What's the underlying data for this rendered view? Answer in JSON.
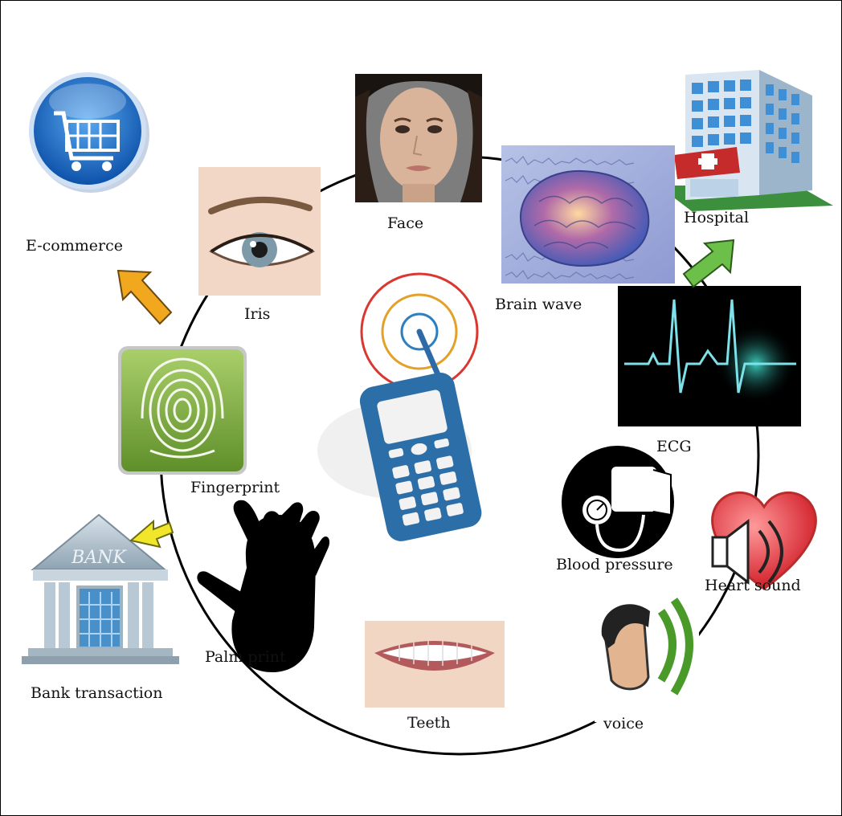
{
  "diagram": {
    "center": {
      "icon": "mobile-phone-signal-icon"
    },
    "nodes": [
      {
        "key": "face",
        "label": "Face",
        "icon": "face-icon"
      },
      {
        "key": "iris",
        "label": "Iris",
        "icon": "eye-icon"
      },
      {
        "key": "fingerprint",
        "label": "Fingerprint",
        "icon": "fingerprint-icon"
      },
      {
        "key": "palm",
        "label": "Palm print",
        "icon": "hand-icon"
      },
      {
        "key": "teeth",
        "label": "Teeth",
        "icon": "teeth-icon"
      },
      {
        "key": "voice",
        "label": "voice",
        "icon": "voice-icon"
      },
      {
        "key": "heart",
        "label": "Heart sound",
        "icon": "heart-speaker-icon"
      },
      {
        "key": "bp",
        "label": "Blood pressure",
        "icon": "blood-pressure-icon"
      },
      {
        "key": "ecg",
        "label": "ECG",
        "icon": "ecg-icon"
      },
      {
        "key": "brain",
        "label": "Brain wave",
        "icon": "brain-icon"
      }
    ],
    "applications": [
      {
        "key": "ecommerce",
        "label": "E-commerce",
        "icon": "shopping-cart-icon",
        "arrow_color": "#f0a21a"
      },
      {
        "key": "hospital",
        "label": "Hospital",
        "icon": "hospital-icon",
        "arrow_color": "#6cc04a"
      },
      {
        "key": "bank",
        "label": "Bank transaction",
        "icon": "bank-icon",
        "arrow_color": "#f2e62b",
        "icon_text": "BANK"
      }
    ]
  }
}
